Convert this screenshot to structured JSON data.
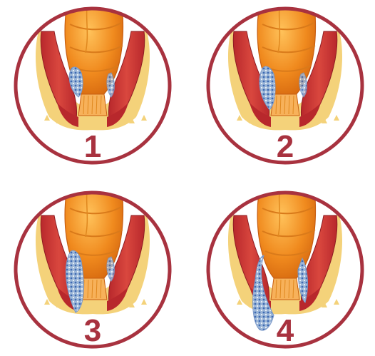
{
  "panels": [
    {
      "label": "1",
      "stage": 1
    },
    {
      "label": "2",
      "stage": 2
    },
    {
      "label": "3",
      "stage": 3
    },
    {
      "label": "4",
      "stage": 4
    }
  ],
  "colors": {
    "ring": "#a8323f",
    "label": "#a8323f",
    "muscle": "#b8282c",
    "muscle_light": "#d9473e",
    "colon": "#f08a1e",
    "colon_light": "#ffc25a",
    "fat": "#f4d27a",
    "vein": "#9db7d8",
    "vein_dot": "#3d69b3"
  }
}
